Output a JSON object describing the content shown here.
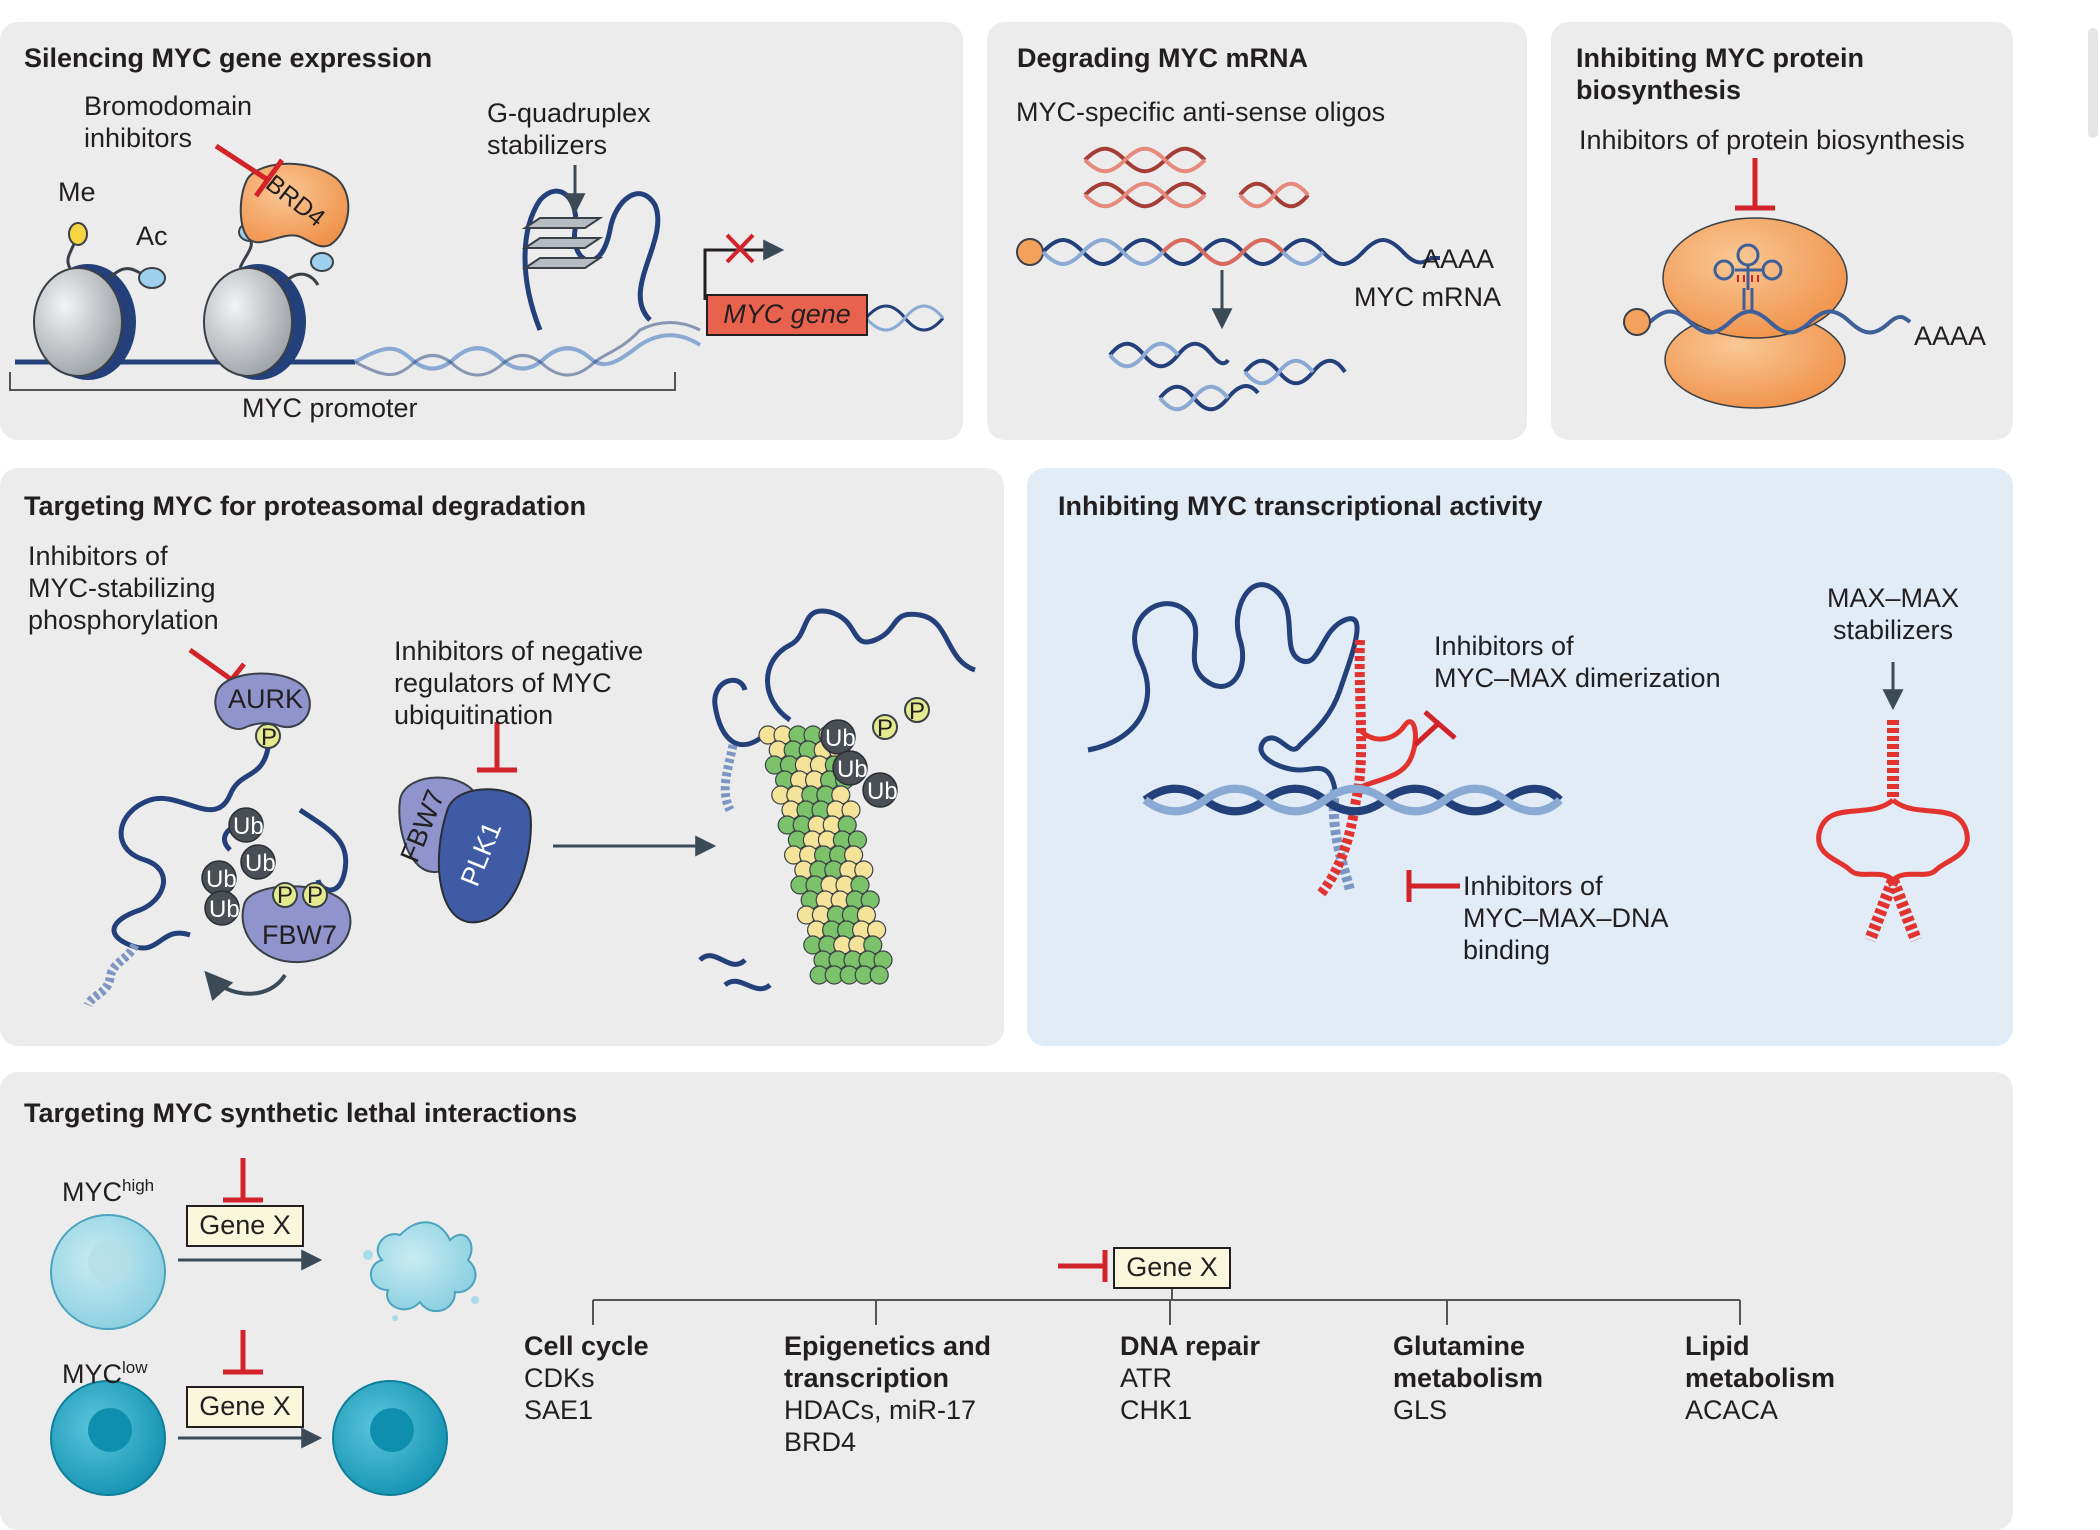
{
  "panels": {
    "silencing": {
      "title": "Silencing MYC gene expression",
      "bromodomain": "Bromodomain\ninhibitors",
      "me": "Me",
      "ac": "Ac",
      "brd4": "BRD4",
      "gq": "G-quadruplex\nstabilizers",
      "gene": "MYC gene",
      "promoter": "MYC promoter"
    },
    "degrading": {
      "title": "Degrading MYC mRNA",
      "oligos": "MYC-specific anti-sense oligos",
      "polya": "AAAA",
      "mrna": "MYC mRNA"
    },
    "biosynthesis": {
      "title": "Inhibiting MYC protein\nbiosynthesis",
      "inhibitors": "Inhibitors of protein biosynthesis",
      "polya": "AAAA"
    },
    "proteasomal": {
      "title": "Targeting MYC for proteasomal degradation",
      "stab": "Inhibitors of\nMYC-stabilizing\nphosphorylation",
      "aurk": "AURK",
      "neg": "Inhibitors of negative\nregulators of MYC\nubiquitination",
      "fbw7": "FBW7",
      "plk1": "PLK1",
      "ub": "Ub",
      "p": "P"
    },
    "transcriptional": {
      "title": "Inhibiting MYC transcriptional activity",
      "dimer": "Inhibitors of\nMYC–MAX dimerization",
      "maxmax": "MAX–MAX\nstabilizers",
      "dna": "Inhibitors of\nMYC–MAX–DNA\nbinding"
    },
    "synthetic": {
      "title": "Targeting MYC synthetic lethal interactions",
      "myc": "MYC",
      "high": "high",
      "low": "low",
      "genex": "Gene X",
      "categories": [
        {
          "heading": "Cell cycle",
          "items": [
            "CDKs",
            "SAE1"
          ]
        },
        {
          "heading": "Epigenetics and\ntranscription",
          "items": [
            "HDACs, miR-17",
            "BRD4"
          ]
        },
        {
          "heading": "DNA repair",
          "items": [
            "ATR",
            "CHK1"
          ]
        },
        {
          "heading": "Glutamine\nmetabolism",
          "items": [
            "GLS"
          ]
        },
        {
          "heading": "Lipid\nmetabolism",
          "items": [
            "ACACA"
          ]
        }
      ]
    }
  },
  "colors": {
    "panel": "#ececed",
    "panel_blue": "#e1ecf6",
    "inhibit": "#d2232a",
    "dna_dark": "#23407a",
    "dna_light": "#7d95c3",
    "orange": "#f4a15d",
    "purple": "#8f94cc",
    "ub": "#4a4f55",
    "phospho": "#e4ea8e",
    "proteasome_yellow": "#f6e39a",
    "proteasome_green": "#7cc26a",
    "cell_light": "#a9dbe8",
    "cell_dark": "#2aa7c4"
  }
}
